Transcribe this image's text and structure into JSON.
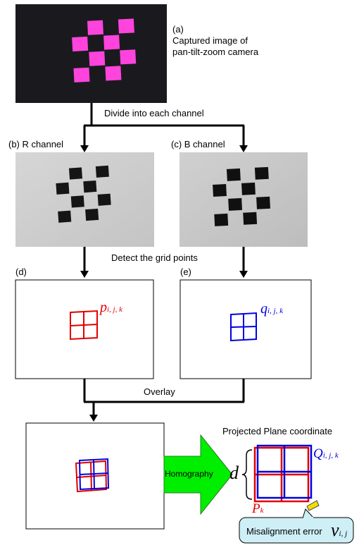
{
  "captured": {
    "label": "(a)",
    "caption_line1": "Captured image of",
    "caption_line2": "pan-tilt-zoom camera"
  },
  "steps": {
    "divide": "Divide into each channel",
    "detect": "Detect the grid points",
    "overlay": "Overlay",
    "homography": "Homography"
  },
  "panels": {
    "r_channel": "(b) R channel",
    "b_channel": "(c) B channel",
    "d": "(d)",
    "e": "(e)"
  },
  "math": {
    "p_base": "p",
    "p_sub": "i, j, k",
    "q_base": "q",
    "q_sub": "i, j, k",
    "Q_base": "Q",
    "Q_sub": "i, j, k",
    "P_base": "P",
    "P_sub": "k",
    "d": "d",
    "v_base": "v",
    "v_sub": "i, j"
  },
  "projected_title": "Projected Plane coordinate",
  "misalignment_label": "Misalignment error",
  "colors": {
    "red": "#e00000",
    "blue": "#0000e0",
    "magenta": "#ff44dd",
    "arrow_green": "#00ee00",
    "callout_fill": "#cfeff7",
    "pointer_yellow": "#f5dc00"
  }
}
